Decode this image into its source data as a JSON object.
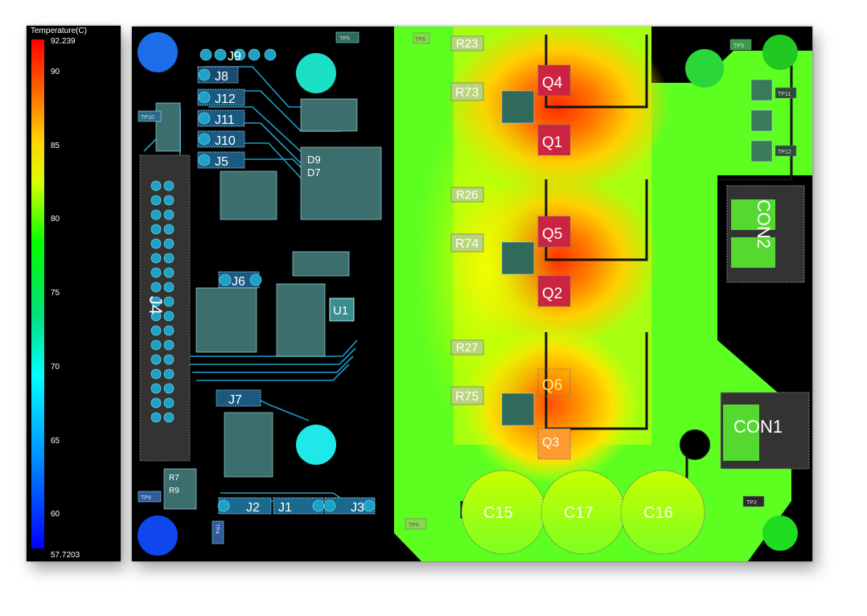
{
  "legend": {
    "title": "Temperature(C)",
    "max": "92.239",
    "min": "57.7203",
    "ticks": [
      {
        "label": "90",
        "value": 90
      },
      {
        "label": "85",
        "value": 85
      },
      {
        "label": "80",
        "value": 80
      },
      {
        "label": "75",
        "value": 75
      },
      {
        "label": "70",
        "value": 70
      },
      {
        "label": "65",
        "value": 65
      },
      {
        "label": "60",
        "value": 60
      }
    ],
    "range": [
      57.7203,
      92.239
    ]
  },
  "board": {
    "components": {
      "q4": "Q4",
      "q1": "Q1",
      "q5": "Q5",
      "q2": "Q2",
      "q6": "Q6",
      "q3": "Q3",
      "r23": "R23",
      "r73": "R73",
      "r26": "R26",
      "r74": "R74",
      "r27": "R27",
      "r75": "R75",
      "c15": "C15",
      "c17": "C17",
      "c16": "C16",
      "con2": "CON2",
      "con1": "CON1",
      "j4": "J4",
      "j8": "J8",
      "j12": "J12",
      "j11": "J11",
      "j10": "J10",
      "j5": "J5",
      "j6": "J6",
      "j7": "J7",
      "j2": "J2",
      "j1": "J1",
      "j3": "J3",
      "j9": "J9",
      "u1": "U1",
      "d9": "D9",
      "d7": "D7",
      "r7": "R7",
      "r9": "R9",
      "tp5": "TP5",
      "tp10": "TP10",
      "tp9": "TP9",
      "tp4": "TP4",
      "tp6": "TP6",
      "tp2": "TP2",
      "tp3": "TP3",
      "tp11": "TP11",
      "tp12": "TP12",
      "tp8": "TP8"
    }
  }
}
